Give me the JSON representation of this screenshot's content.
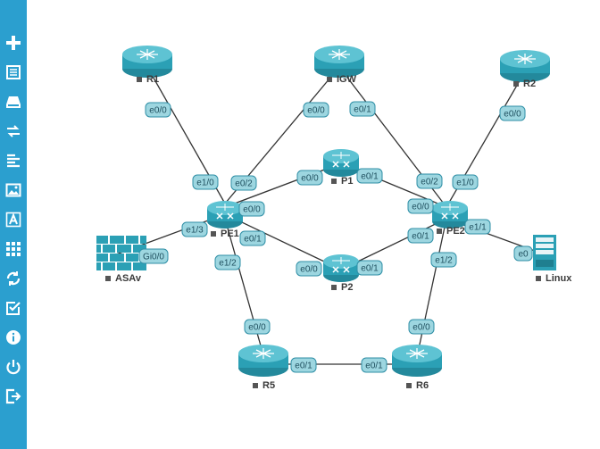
{
  "sidebar": {
    "items": [
      {
        "icon": "add-icon"
      },
      {
        "icon": "list-icon"
      },
      {
        "icon": "drive-icon"
      },
      {
        "icon": "transfer-icon"
      },
      {
        "icon": "align-left-icon"
      },
      {
        "icon": "image-icon"
      },
      {
        "icon": "text-icon"
      },
      {
        "icon": "grid-icon"
      },
      {
        "icon": "refresh-icon"
      },
      {
        "icon": "check-icon"
      },
      {
        "icon": "info-icon"
      },
      {
        "icon": "power-icon"
      },
      {
        "icon": "logout-icon"
      }
    ]
  },
  "colors": {
    "sidebar": "#2b9fcf",
    "device": "#2ba0b5",
    "iface_fill": "#9dd6e0"
  },
  "nodes": {
    "R1": "R1",
    "IGW": "IGW",
    "R2": "R2",
    "P1": "P1",
    "PE1": "PE1",
    "PE2": "PE2",
    "P2": "P2",
    "ASAv": "ASAv",
    "Linux": "Linux",
    "R5": "R5",
    "R6": "R6"
  },
  "ifaces": {
    "r1_e00": "e0/0",
    "pe1_e10": "e1/0",
    "igw_e00": "e0/0",
    "pe1_e02": "e0/2",
    "igw_e01": "e0/1",
    "pe2_e02": "e0/2",
    "r2_e00": "e0/0",
    "pe2_e10": "e1/0",
    "pe1_e00": "e0/0",
    "p1_e00": "e0/0",
    "p1_e01": "e0/1",
    "pe2_e00": "e0/0",
    "pe1_e13": "e1/3",
    "asav_gi00": "Gi0/0",
    "pe1_e01": "e0/1",
    "p2_e00": "e0/0",
    "p2_e01": "e0/1",
    "pe2_e01": "e0/1",
    "pe2_e11": "e1/1",
    "linux_e0": "e0",
    "pe1_e12": "e1/2",
    "r5_e00": "e0/0",
    "pe2_e12": "e1/2",
    "r6_e00": "e0/0",
    "r5_e01": "e0/1",
    "r6_e01": "e0/1"
  }
}
